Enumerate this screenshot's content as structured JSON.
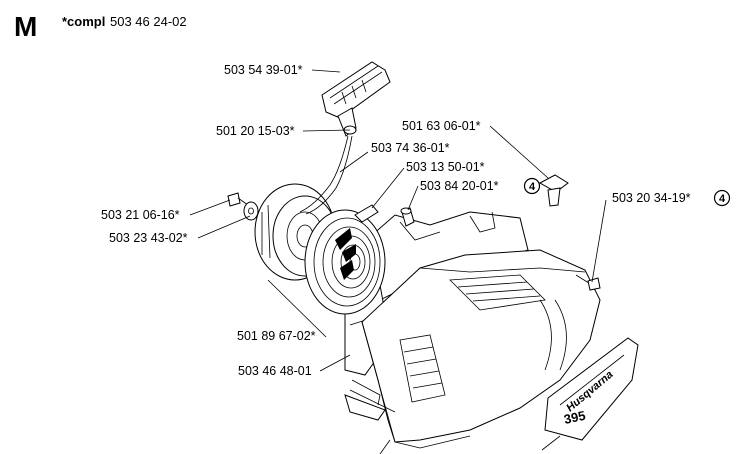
{
  "header": {
    "section_letter": "M",
    "compl_prefix": "*compl",
    "compl_number": "503 46 24-02"
  },
  "parts": [
    {
      "label": "503 54 39-01*"
    },
    {
      "label": "501 20 15-03*"
    },
    {
      "label": "503 74 36-01*"
    },
    {
      "label": "503 13 50-01*"
    },
    {
      "label": "503 84 20-01*",
      "note": "4"
    },
    {
      "label": "501 63 06-01*"
    },
    {
      "label": "503 20 34-19*",
      "note": "4"
    },
    {
      "label": "503 21 06-16*"
    },
    {
      "label": "503 23 43-02*"
    },
    {
      "label": "501 89 67-02*"
    },
    {
      "label": "503 46 48-01"
    }
  ],
  "decal": {
    "brand": "Husqvarna",
    "model": "395"
  }
}
